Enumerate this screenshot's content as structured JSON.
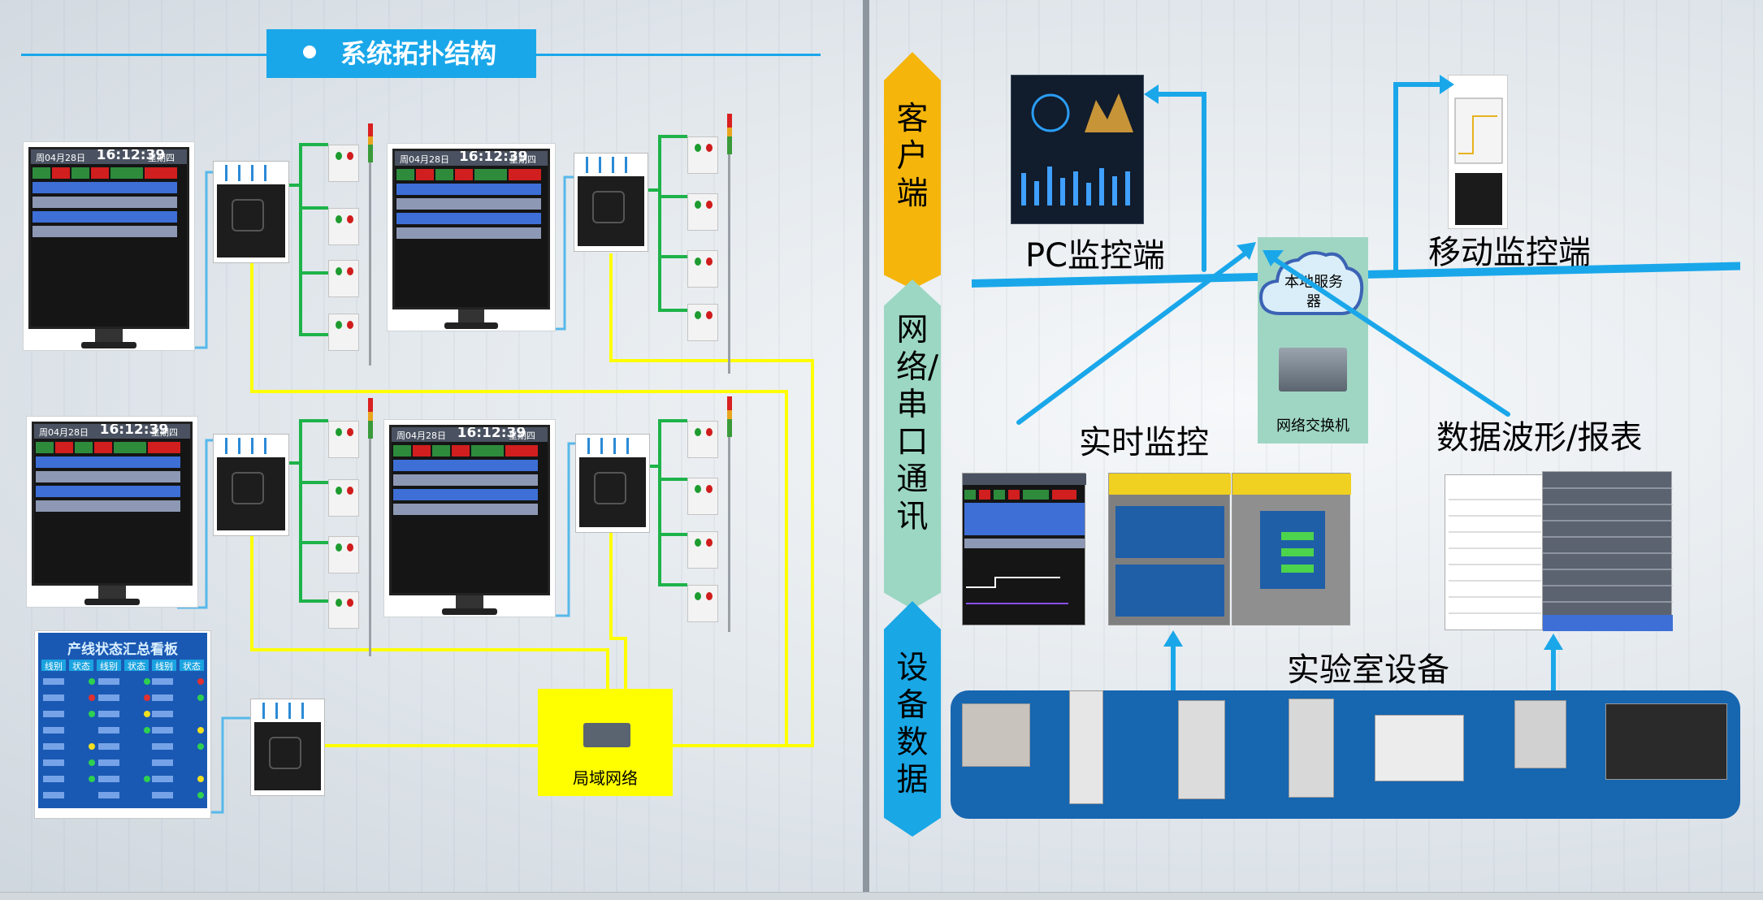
{
  "title": "系统拓扑结构",
  "monitor": {
    "date": "周04月28日",
    "time": "16:12:39",
    "weekday": "星期四"
  },
  "kanban": {
    "title": "产线状态汇总看板",
    "headers": [
      "线别",
      "状态",
      "线别",
      "状态",
      "线别",
      "状态"
    ]
  },
  "lan_label": "局域网络",
  "bands": {
    "client": "客户端",
    "network": "网络/串口通讯",
    "device": "设备数据"
  },
  "server_label": "本地服务器",
  "switch_label": "网络交换机",
  "labels": {
    "pc": "PC监控端",
    "mobile": "移动监控端",
    "realtime": "实时监控",
    "waveform": "数据波形/报表",
    "lab": "实验室设备"
  },
  "colors": {
    "accent_blue": "#1aa7ea",
    "lan_yellow": "#ffff00",
    "client_band": "#f5b50b",
    "network_band": "#9bd7c2",
    "device_band": "#19a7e6",
    "wire_green": "#1db34a",
    "lab_panel": "#1766b0"
  }
}
